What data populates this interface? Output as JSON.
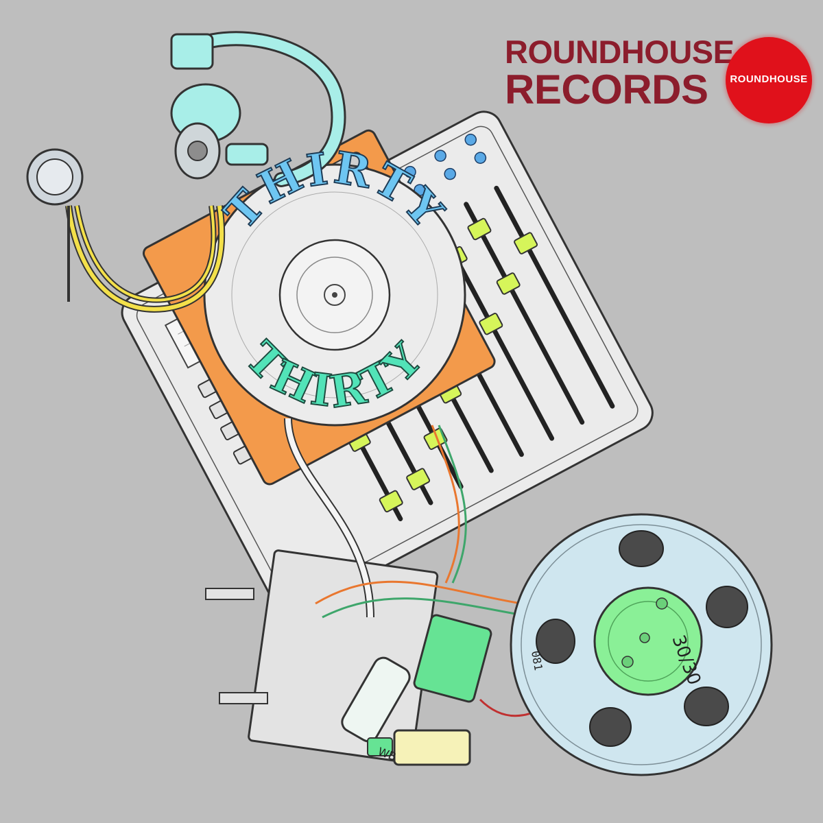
{
  "brand": {
    "line1": "ROUNDHOUSE",
    "line2": "RECORDS",
    "badge_text": "ROUNDHOUSE",
    "color": "#8c1d2c",
    "badge_color": "#e0111b"
  },
  "record_label": {
    "top_word": "THIRTY",
    "bottom_word": "THIRTY"
  },
  "reel_label": "30/30",
  "tag_label": "WB",
  "component_label": "081",
  "colors": {
    "background": "#bebebe",
    "mixer": "#ebebeb",
    "fader_caps": "#d6f55a",
    "record_text_top": "#6ec6f2",
    "record_text_bottom": "#52e3b8",
    "turntable": "#f39a4b",
    "headphones": "#a8eee8",
    "cable_yellow": "#f3e04a",
    "reel": "#cfe6ef",
    "reel_hub": "#8af097"
  }
}
